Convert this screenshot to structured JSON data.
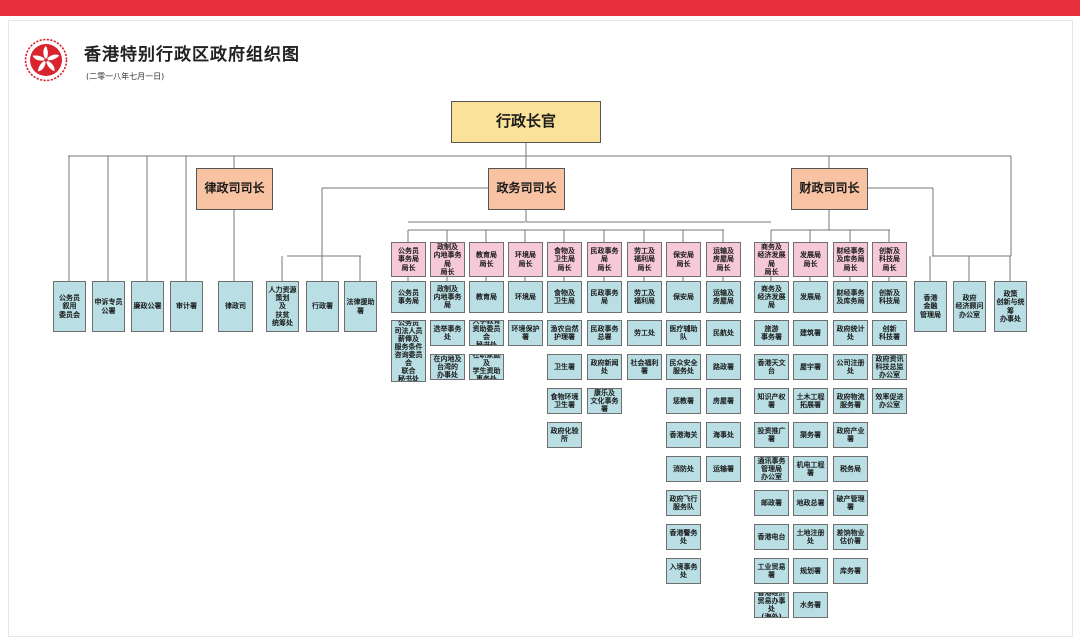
{
  "header": {
    "title": "香港特别行政区政府组织图",
    "date": "(二零一八年七月一日)"
  },
  "colors": {
    "top_bar": "#e8303c",
    "chief_fill": "#fbe29a",
    "secretary_fill": "#f8c3a2",
    "bureau_fill": "#f6c9d8",
    "department_fill": "#b9dfe4",
    "emblem": "#d9232d"
  },
  "icons": {
    "emblem": "bauhinia-emblem-icon"
  },
  "chart": {
    "chief_executive": "行政长官",
    "secretaries": {
      "justice": "律政司司长",
      "admin": "政务司司长",
      "financial": "财政司司长"
    },
    "ce_direct": [
      "公务员\n叙用\n委员会",
      "申诉专员\n公署",
      "廉政公署",
      "审计署"
    ],
    "doj": "律政司",
    "admin_direct": [
      "人力资源\n策划\n及\n扶贫\n统筹处",
      "行政署",
      "法律援助署"
    ],
    "fin_direct": [
      "香港\n金融\n管理局",
      "政府\n经济顾问\n办公室",
      "政策\n创新与统筹\n办事处"
    ],
    "bureaus": [
      {
        "name": "公务员\n事务局\n局长",
        "depts": [
          "公务员\n事务局",
          "公务员\n司法人员\n薪俸及\n服务条件\n咨询委员会\n联合\n秘书处"
        ]
      },
      {
        "name": "政制及\n内地事务局\n局长",
        "depts": [
          "政制及\n内地事务局",
          "选举事务处",
          "在内地及\n台湾的\n办事处"
        ]
      },
      {
        "name": "教育局\n局长",
        "depts": [
          "教育局",
          "大学教育\n资助委员会\n秘书处",
          "在职家庭及\n学生资助\n事务处"
        ]
      },
      {
        "name": "环境局\n局长",
        "depts": [
          "环境局",
          "环境保护署"
        ]
      },
      {
        "name": "食物及\n卫生局\n局长",
        "depts": [
          "食物及\n卫生局",
          "渔农自然\n护理署",
          "卫生署",
          "食物环境\n卫生署",
          "政府化验所"
        ]
      },
      {
        "name": "民政事务局\n局长",
        "depts": [
          "民政事务局",
          "民政事务\n总署",
          "政府新闻处",
          "康乐及\n文化事务署"
        ]
      },
      {
        "name": "劳工及\n福利局\n局长",
        "depts": [
          "劳工及\n福利局",
          "劳工处",
          "社会福利署"
        ]
      },
      {
        "name": "保安局\n局长",
        "depts": [
          "保安局",
          "医疗辅助队",
          "民众安全\n服务处",
          "惩教署",
          "香港海关",
          "消防处",
          "政府飞行\n服务队",
          "香港警务处",
          "入境事务处"
        ]
      },
      {
        "name": "运输及\n房屋局\n局长",
        "depts": [
          "运输及\n房屋局",
          "民航处",
          "路政署",
          "房屋署",
          "海事处",
          "运输署"
        ]
      },
      {
        "name": "商务及\n经济发展局\n局长",
        "depts": [
          "商务及\n经济发展局",
          "旅游\n事务署",
          "香港天文台",
          "知识产权署",
          "投资推广署",
          "通讯事务\n管理局\n办公室",
          "邮政署",
          "香港电台",
          "工业贸易署",
          "香港经济\n贸易办事处\n(海外)"
        ]
      },
      {
        "name": "发展局\n局长",
        "depts": [
          "发展局",
          "建筑署",
          "屋宇署",
          "土木工程\n拓展署",
          "渠务署",
          "机电工程署",
          "地政总署",
          "土地注册处",
          "规划署",
          "水务署"
        ]
      },
      {
        "name": "财经事务\n及库务局\n局长",
        "depts": [
          "财经事务\n及库务局",
          "政府统计处",
          "公司注册处",
          "政府物流\n服务署",
          "政府产业署",
          "税务局",
          "破产管理署",
          "差饷物业\n估价署",
          "库务署"
        ]
      },
      {
        "name": "创新及\n科技局\n局长",
        "depts": [
          "创新及\n科技局",
          "创新\n科技署",
          "政府资讯\n科技总监\n办公室",
          "效率促进\n办公室"
        ]
      }
    ]
  }
}
